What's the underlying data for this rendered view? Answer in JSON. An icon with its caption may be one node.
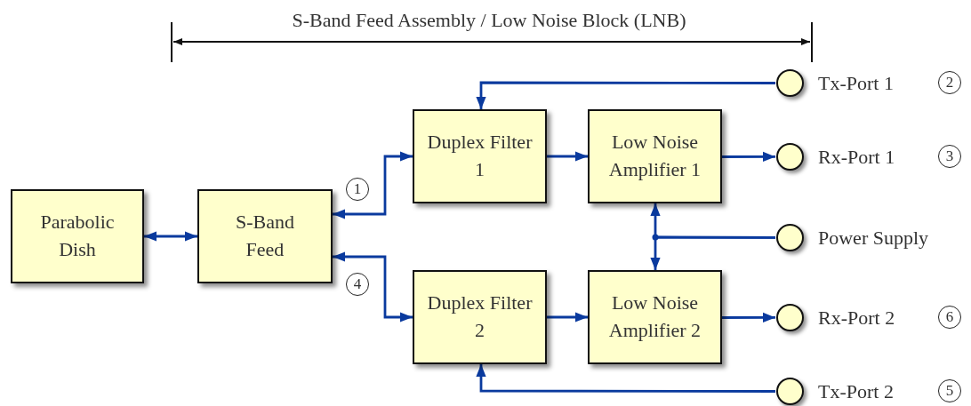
{
  "diagram": {
    "nodes": [
      {
        "text": [
          "Parabolic Dish"
        ]
      },
      {
        "text": [
          "S-Band Feed"
        ]
      },
      {
        "text": [
          "Duplex Filter 1"
        ]
      },
      {
        "text": [
          "Low Noise Amplifier 1"
        ]
      },
      {
        "text": [
          "Duplex Filter 2"
        ]
      },
      {
        "text": [
          "Low Noise Amplifier 2"
        ]
      },
      {
        "text": [],
        "shape": "circle",
        "beside": [
          "Tx-Port 1"
        ]
      },
      {
        "text": [],
        "shape": "circle",
        "beside": [
          "Rx-Port 1"
        ]
      },
      {
        "text": [],
        "shape": "circle",
        "beside": [
          "Power Supply"
        ]
      },
      {
        "text": [],
        "shape": "circle",
        "beside": [
          "Rx-Port 2"
        ]
      },
      {
        "text": [],
        "shape": "circle",
        "beside": [
          "Tx-Port 2"
        ]
      }
    ],
    "edges": [
      {
        "from": 0,
        "to": 1,
        "arrow": "both"
      },
      {
        "from": 1,
        "to": 2,
        "arrow": "both"
      },
      {
        "from": 1,
        "to": 4,
        "arrow": "both"
      },
      {
        "from": 2,
        "to": 3,
        "arrow": "to"
      },
      {
        "from": 4,
        "to": 5,
        "arrow": "to"
      },
      {
        "from": 3,
        "to": 7,
        "arrow": "to"
      },
      {
        "from": 5,
        "to": 9,
        "arrow": "to"
      },
      {
        "from": 6,
        "to": 2,
        "arrow": "to"
      },
      {
        "from": 10,
        "to": 4,
        "arrow": "to"
      },
      {
        "from": 8,
        "to": 3,
        "arrow": "to"
      },
      {
        "from": 8,
        "to": 5,
        "arrow": "to"
      }
    ],
    "labels": [
      "S-Band Feed Assembly / Low Noise Block (LNB)",
      "2",
      "3",
      "1",
      "4",
      "6",
      "5"
    ]
  }
}
